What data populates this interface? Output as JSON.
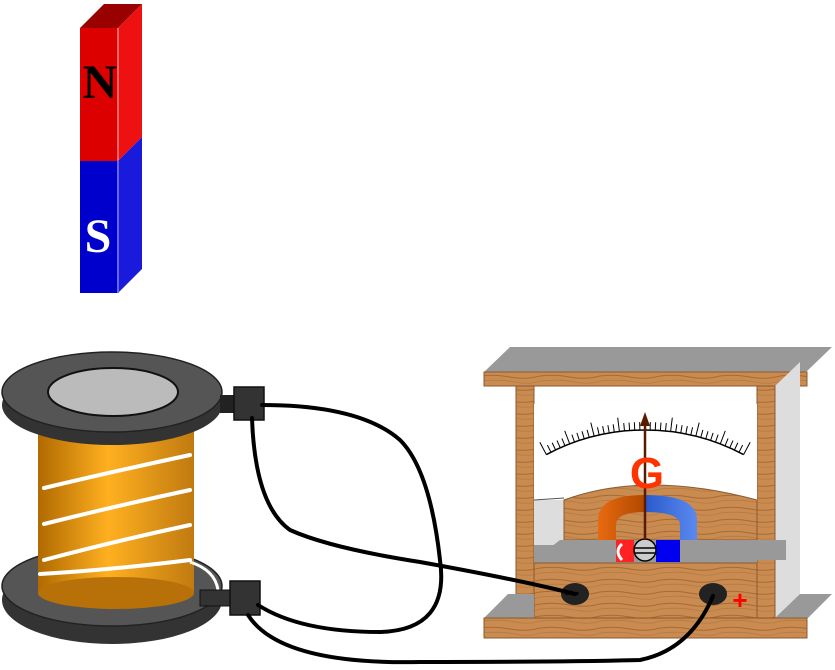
{
  "magnet": {
    "north_label": "N",
    "south_label": "S",
    "north_color": "#d40000",
    "south_color": "#0000cc"
  },
  "galvanometer": {
    "label": "G",
    "label_color": "#ff3300",
    "negative_symbol": "−",
    "positive_symbol": "+",
    "positive_color": "#ff0000"
  },
  "coil": {
    "winding_color": "#f0a020",
    "wire_color": "#ffffff"
  },
  "colors": {
    "wood": "#c9894e",
    "frame_gray": "#999999",
    "spool_dark": "#4a4a4a"
  }
}
